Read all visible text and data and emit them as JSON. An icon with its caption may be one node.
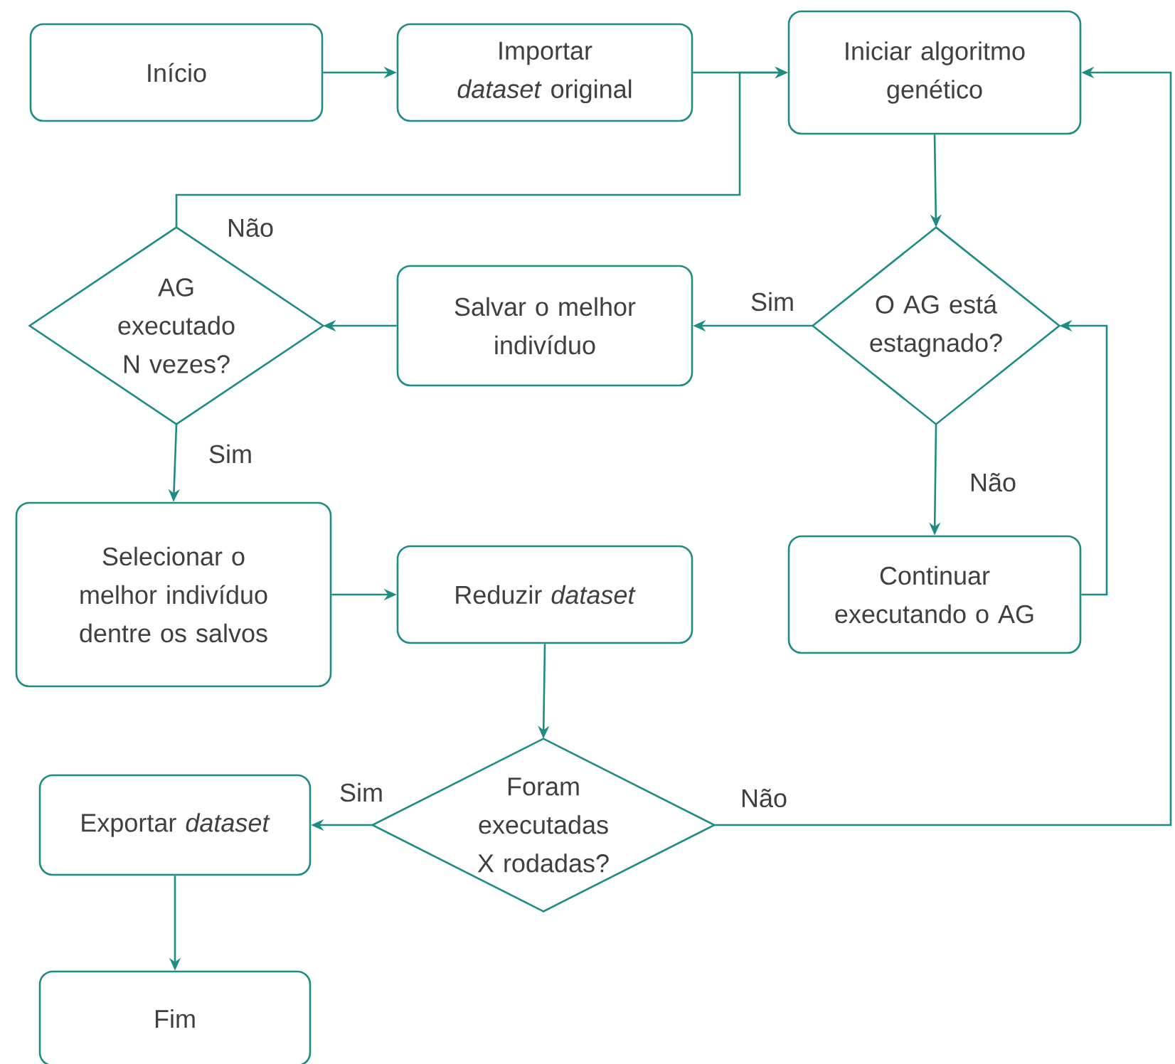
{
  "diagram": {
    "nodes": [
      {
        "text": [
          "Início"
        ]
      },
      {
        "text": [
          "Importar *dataset* original"
        ]
      },
      {
        "text": [
          "Iniciar algoritmo genético"
        ]
      },
      {
        "text": [
          "O AG está estagnado?"
        ]
      },
      {
        "text": [
          "Salvar o melhor indivíduo"
        ]
      },
      {
        "text": [
          "AG executado N vezes?"
        ]
      },
      {
        "text": [
          "Continuar executando o AG"
        ]
      },
      {
        "text": [
          "Selecionar o melhor indivíduo dentre os salvos"
        ]
      },
      {
        "text": [
          "Reduzir *dataset*"
        ]
      },
      {
        "text": [
          "Foram executadas X rodadas?"
        ]
      },
      {
        "text": [
          "Exportar *dataset*"
        ]
      },
      {
        "text": [
          "Fim"
        ]
      }
    ],
    "edges": [
      {
        "from": 0,
        "to": 1,
        "arrow": "to"
      },
      {
        "from": 1,
        "to": 2,
        "arrow": "to"
      },
      {
        "from": 2,
        "to": 3,
        "arrow": "to"
      },
      {
        "from": 3,
        "to": 4,
        "arrow": "to",
        "label": "Sim"
      },
      {
        "from": 4,
        "to": 5,
        "arrow": "to"
      },
      {
        "from": 5,
        "to": 2,
        "arrow": "to",
        "label": "Não"
      },
      {
        "from": 5,
        "to": 7,
        "arrow": "to",
        "label": "Sim"
      },
      {
        "from": 3,
        "to": 6,
        "arrow": "to",
        "label": "Não"
      },
      {
        "from": 6,
        "to": 3,
        "arrow": "to"
      },
      {
        "from": 7,
        "to": 8,
        "arrow": "to"
      },
      {
        "from": 8,
        "to": 9,
        "arrow": "to"
      },
      {
        "from": 9,
        "to": 10,
        "arrow": "to",
        "label": "Sim"
      },
      {
        "from": 9,
        "to": 2,
        "arrow": "to",
        "label": "Não"
      },
      {
        "from": 10,
        "to": 11,
        "arrow": "to"
      }
    ]
  }
}
